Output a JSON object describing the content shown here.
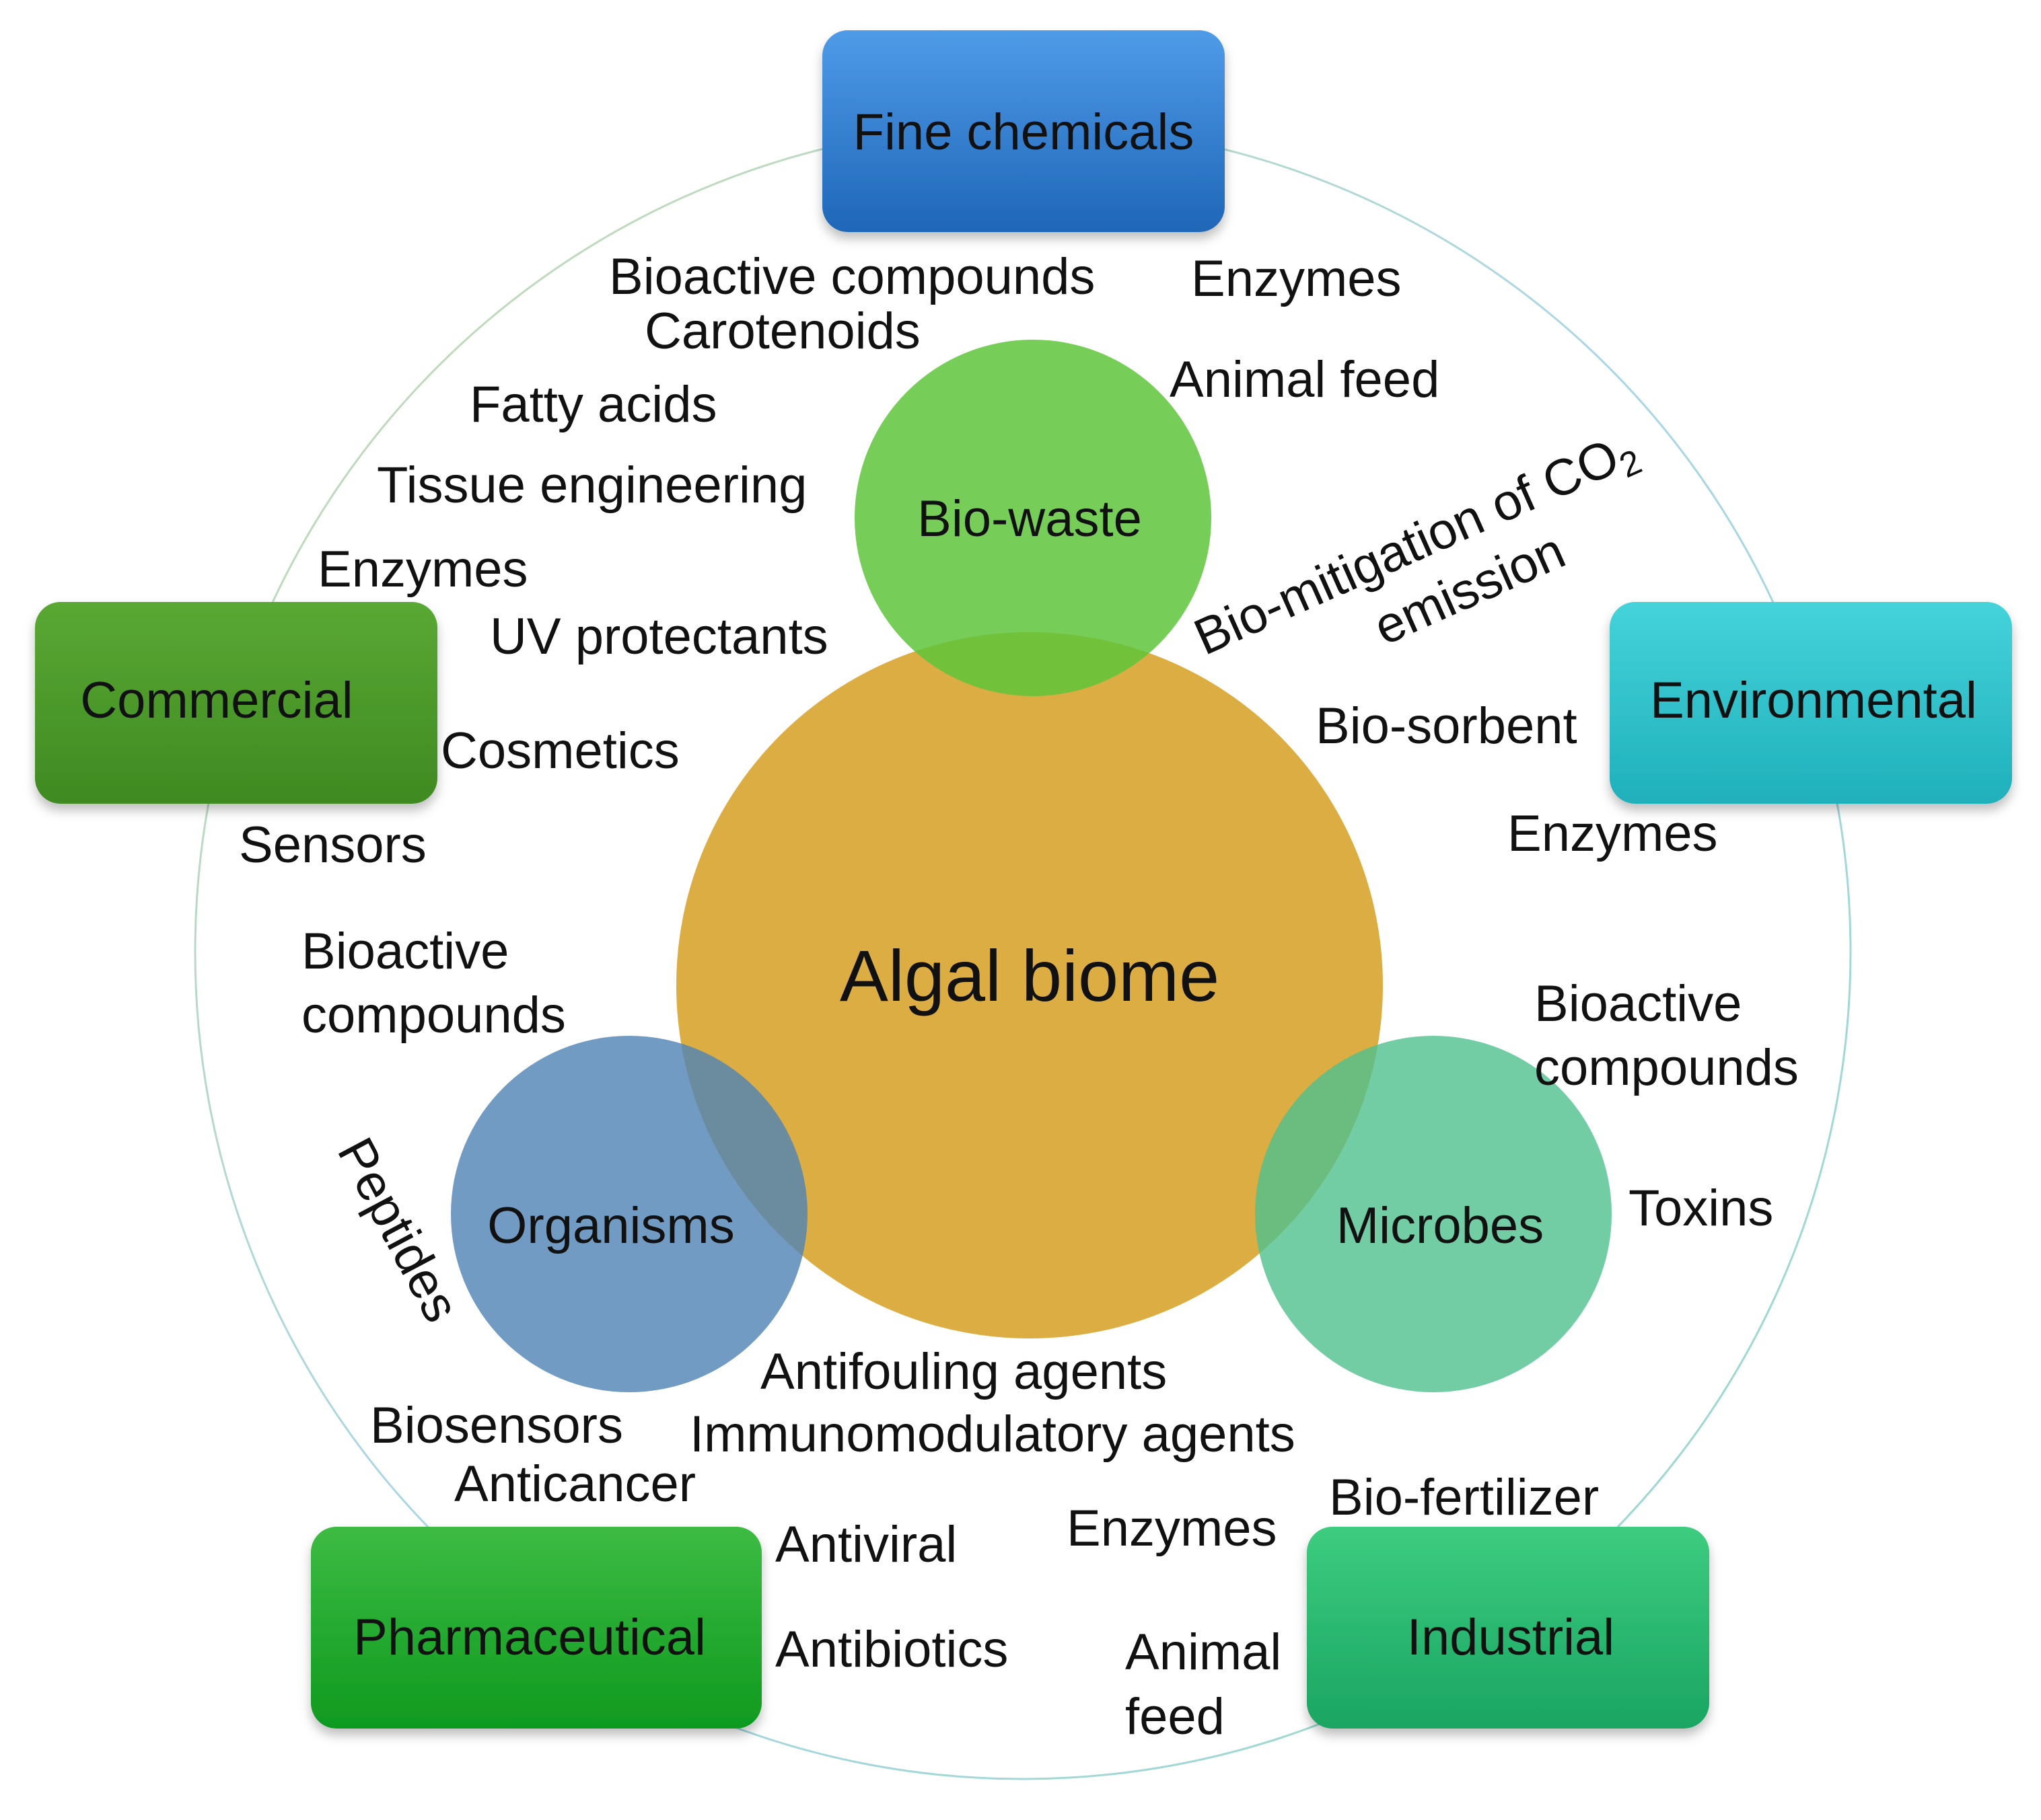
{
  "center": {
    "label": "Algal biome"
  },
  "sources": [
    {
      "id": "bio-waste",
      "label": "Bio-waste"
    },
    {
      "id": "organisms",
      "label": "Organisms"
    },
    {
      "id": "microbes",
      "label": "Microbes"
    }
  ],
  "categories": [
    {
      "id": "fine-chemicals",
      "label": "Fine chemicals"
    },
    {
      "id": "commercial",
      "label": "Commercial"
    },
    {
      "id": "environmental",
      "label": "Environmental"
    },
    {
      "id": "pharmaceutical",
      "label": "Pharmaceutical"
    },
    {
      "id": "industrial",
      "label": "Industrial"
    }
  ],
  "products": {
    "bioactive_compounds_top": "Bioactive compounds",
    "carotenoids": "Carotenoids",
    "enzymes_top": "Enzymes",
    "animal_feed_top": "Animal feed",
    "fatty_acids": "Fatty acids",
    "tissue_engineering": "Tissue engineering",
    "enzymes_left": "Enzymes",
    "uv_protectants": "UV protectants",
    "cosmetics": "Cosmetics",
    "sensors": "Sensors",
    "bioactive_left_1": "Bioactive",
    "bioactive_left_2": "compounds",
    "peptides": "Peptides",
    "biosensors": "Biosensors",
    "anticancer": "Anticancer",
    "antifouling": "Antifouling agents",
    "immunomodulatory": "Immunomodulatory agents",
    "antiviral": "Antiviral",
    "antibiotics": "Antibiotics",
    "enzymes_bottom": "Enzymes",
    "animal_feed_bottom_1": "Animal",
    "animal_feed_bottom_2": "feed",
    "bio_fertilizer": "Bio-fertilizer",
    "bioactive_right_1": "Bioactive",
    "bioactive_right_2": "compounds",
    "toxins": "Toxins",
    "enzymes_right": "Enzymes",
    "bio_sorbent": "Bio-sorbent",
    "co2_line1_prefix": "Bio-mitigation of CO",
    "co2_sub": "2",
    "co2_line2": "emission"
  },
  "colors": {
    "center": "#d9a632",
    "bio_waste": "#5ec43a",
    "organisms": "#4f82b5",
    "microbes": "#4fc08e",
    "fine_chemicals": "#2f7fd1",
    "commercial": "#4f9a2c",
    "environmental": "#2cc3cc",
    "pharmaceutical": "#22ad2e",
    "industrial": "#2bbd74"
  }
}
